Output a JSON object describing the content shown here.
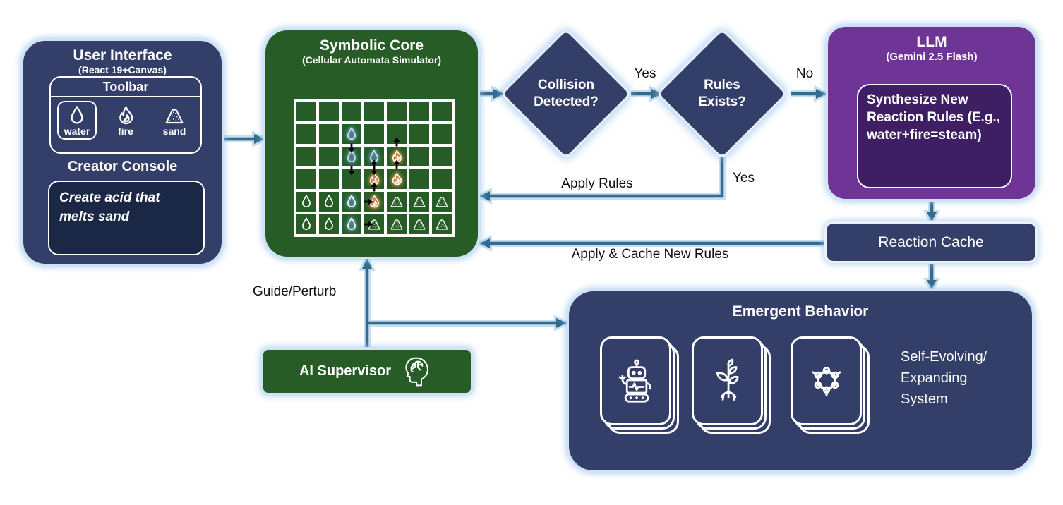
{
  "palette": {
    "navy": "#333e69",
    "navy_dark": "#1b2845",
    "green": "#275c26",
    "purple": "#6f3596",
    "purple_dark": "#3f1f63",
    "arrow_steel_blue": "#336a8e",
    "border_light_blue": "#cfe3f4",
    "grid_line_white": "#ffffff",
    "fire_glow": "#f08a3c",
    "water_glow": "#6fa8dc"
  },
  "nodes": {
    "user_interface": {
      "title": "User Interface",
      "subtitle": "(React 19+Canvas)",
      "toolbar": {
        "title": "Toolbar",
        "tools": [
          {
            "name": "water",
            "label": "water",
            "selected": true
          },
          {
            "name": "fire",
            "label": "fire",
            "selected": false
          },
          {
            "name": "sand",
            "label": "sand",
            "selected": false
          }
        ]
      },
      "creator_console": {
        "title": "Creator Console",
        "prompt": "Create acid that melts sand"
      }
    },
    "symbolic_core": {
      "title": "Symbolic Core",
      "subtitle": "(Cellular Automata Simulator)",
      "grid": {
        "columns": 7,
        "rows": 6,
        "cells": [
          [
            "empty",
            "empty",
            "empty",
            "empty",
            "empty",
            "empty",
            "empty"
          ],
          [
            "empty",
            "empty",
            "water-down",
            "empty",
            "empty",
            "empty",
            "empty"
          ],
          [
            "empty",
            "empty",
            "water-down",
            "water-down",
            "fire-up",
            "empty",
            "empty"
          ],
          [
            "empty",
            "empty",
            "empty",
            "fire-up",
            "fire-up",
            "empty",
            "empty"
          ],
          [
            "water",
            "water",
            "water-right",
            "fire-up",
            "sand",
            "sand",
            "sand"
          ],
          [
            "water",
            "water",
            "water-right",
            "sand",
            "sand",
            "sand",
            "sand"
          ]
        ]
      }
    },
    "collision_diamond": {
      "label": "Collision Detected?"
    },
    "rules_diamond": {
      "label": "Rules Exists?"
    },
    "llm": {
      "title": "LLM",
      "subtitle": "(Gemini 2.5 Flash)",
      "body": "Synthesize New Reaction Rules (E.g., water+fire=steam)"
    },
    "reaction_cache": {
      "label": "Reaction Cache"
    },
    "emergent_behavior": {
      "title": "Emergent Behavior",
      "cards": [
        {
          "icon": "robot"
        },
        {
          "icon": "plant"
        },
        {
          "icon": "molecule"
        }
      ],
      "caption": "Self-Evolving/\nExpanding\nSystem"
    },
    "ai_supervisor": {
      "label": "AI Supervisor",
      "icon": "brain-head"
    }
  },
  "edges": {
    "yes_collision": "Yes",
    "no_rules": "No",
    "yes_rules": "Yes",
    "apply_rules": "Apply Rules",
    "apply_cache": "Apply & Cache New Rules",
    "guide_perturb": "Guide/Perturb"
  }
}
